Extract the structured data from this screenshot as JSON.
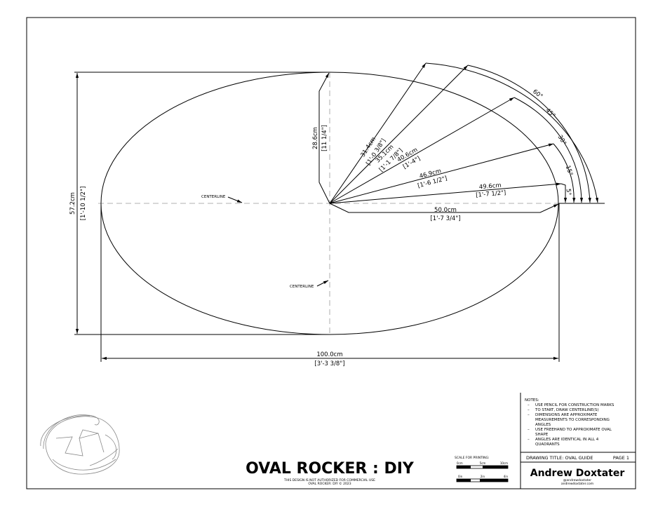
{
  "drawing": {
    "dimensions": {
      "height": {
        "cm": "57.2cm",
        "imp": "[1'-10 1/2\"]"
      },
      "width": {
        "cm": "100.0cm",
        "imp": "[3'-3 3/8\"]"
      },
      "r90": {
        "cm": "28.6cm",
        "imp": "[11 1/4\"]"
      },
      "r60": {
        "cm": "31.4cm",
        "imp": "[1'-0 3/8\"]"
      },
      "r45": {
        "cm": "35.1cm",
        "imp": "[1'-1 7/8\"]"
      },
      "r30": {
        "cm": "40.6cm",
        "imp": "[1'-4\"]"
      },
      "r15": {
        "cm": "46.9cm",
        "imp": "[1'-6 1/2\"]"
      },
      "r5": {
        "cm": "49.6cm",
        "imp": "[1'-7 1/2\"]"
      },
      "r0": {
        "cm": "50.0cm",
        "imp": "[1'-7 3/4\"]"
      }
    },
    "angles": [
      "60°",
      "45°",
      "30°",
      "15°",
      "5°"
    ],
    "centerline_label": "CENTERLINE"
  },
  "notes": {
    "heading": "NOTES:",
    "items": [
      "USE PENCIL FOR CONSTRUCTION MARKS",
      "TO START, DRAW CENTERLINE(S)",
      "DIMENSIONS ARE APPROXIMATE",
      "MEASUREMENTS TO CORRESPONDING",
      "ANGLES",
      "USE FREEHAND TO APPROXIMATE OVAL",
      "SHAPE",
      "ANGLES ARE IDENTICAL IN ALL 4",
      "QUADRANTS"
    ]
  },
  "title_block": {
    "drawing_title": "DRAWING TITLE: OVAL GUIDE",
    "page": "PAGE 1",
    "author": "Andrew Doxtater",
    "handle": "@andrewdoxtater",
    "website": "andrewdoxtater.com",
    "project_title": "OVAL ROCKER : DIY",
    "disclaimer": "THIS DESIGN IS NOT AUTHORIZED FOR COMMERCIAL USE",
    "copyright": "OVAL ROCKER: DIY © 2023"
  },
  "scale": {
    "label": "SCALE FOR PRINTING:",
    "metric": [
      "0cm",
      "5cm",
      "10cm"
    ],
    "imperial": [
      "0in",
      "2in",
      "4in"
    ]
  }
}
